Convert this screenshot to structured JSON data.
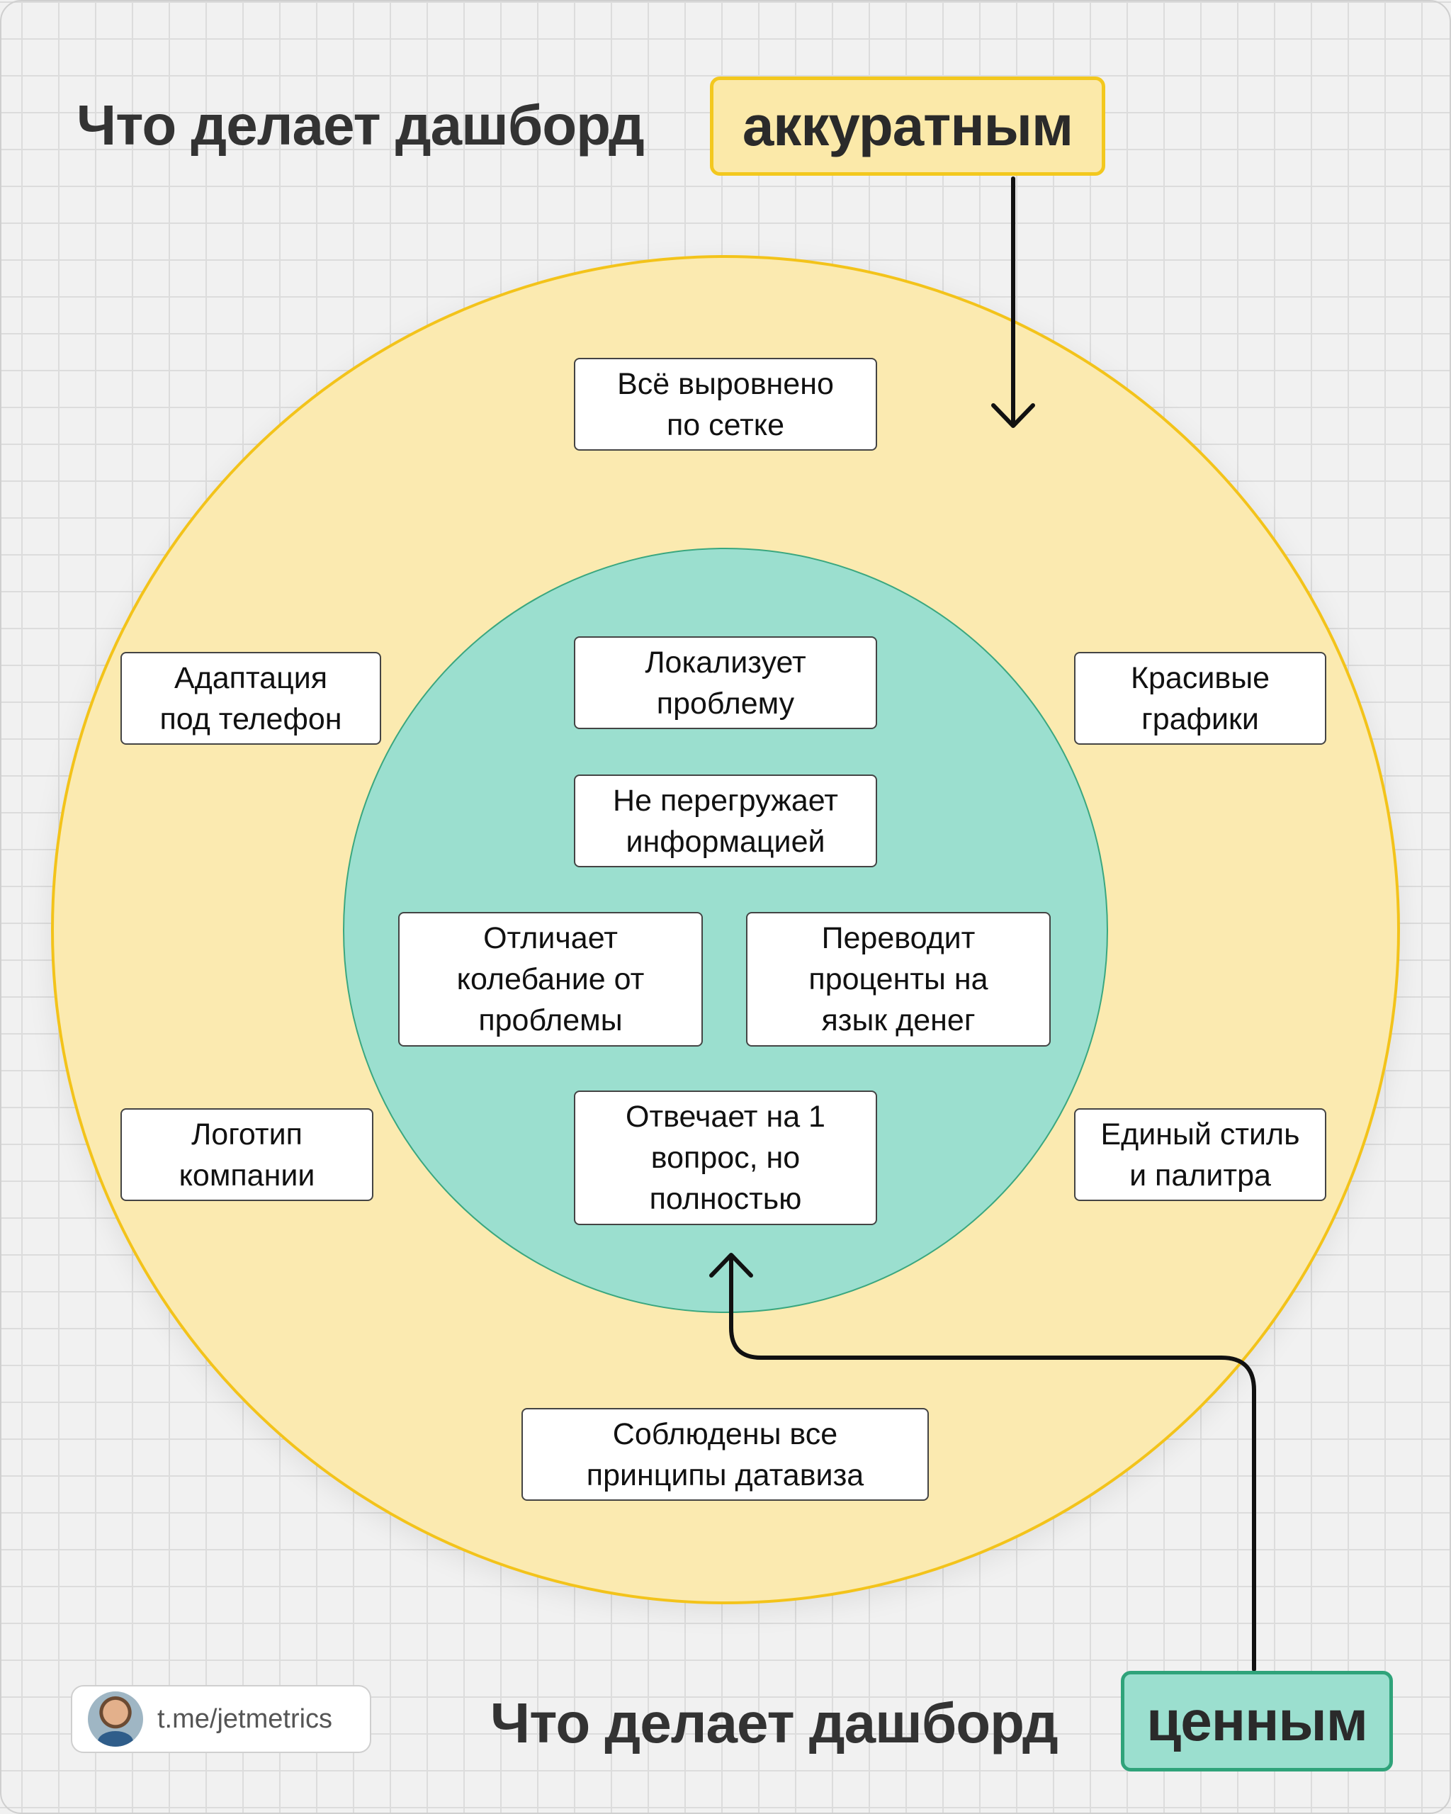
{
  "header": {
    "lead": "Что делает дашборд",
    "highlight": "аккуратным"
  },
  "footer": {
    "lead": "Что делает дашборд",
    "highlight": "ценным",
    "link": "t.me/jetmetrics"
  },
  "outer_ring": {
    "items": [
      "Всё выровнено\nпо сетке",
      "Адаптация\nпод телефон",
      "Красивые\nграфики",
      "Логотип\nкомпании",
      "Единый стиль\nи палитра",
      "Соблюдены все\nпринципы датавиза"
    ]
  },
  "inner_circle": {
    "items": [
      "Локализует\nпроблему",
      "Не перегружает\nинформацией",
      "Отличает\nколебание от\nпроблемы",
      "Переводит\nпроценты на\nязык денег",
      "Отвечает на 1\nвопрос, но\nполностью"
    ]
  },
  "colors": {
    "outer_fill": "#fbeab0",
    "outer_border": "#f3c31a",
    "inner_fill": "#9bdfcf",
    "inner_border": "#3aa77f"
  }
}
